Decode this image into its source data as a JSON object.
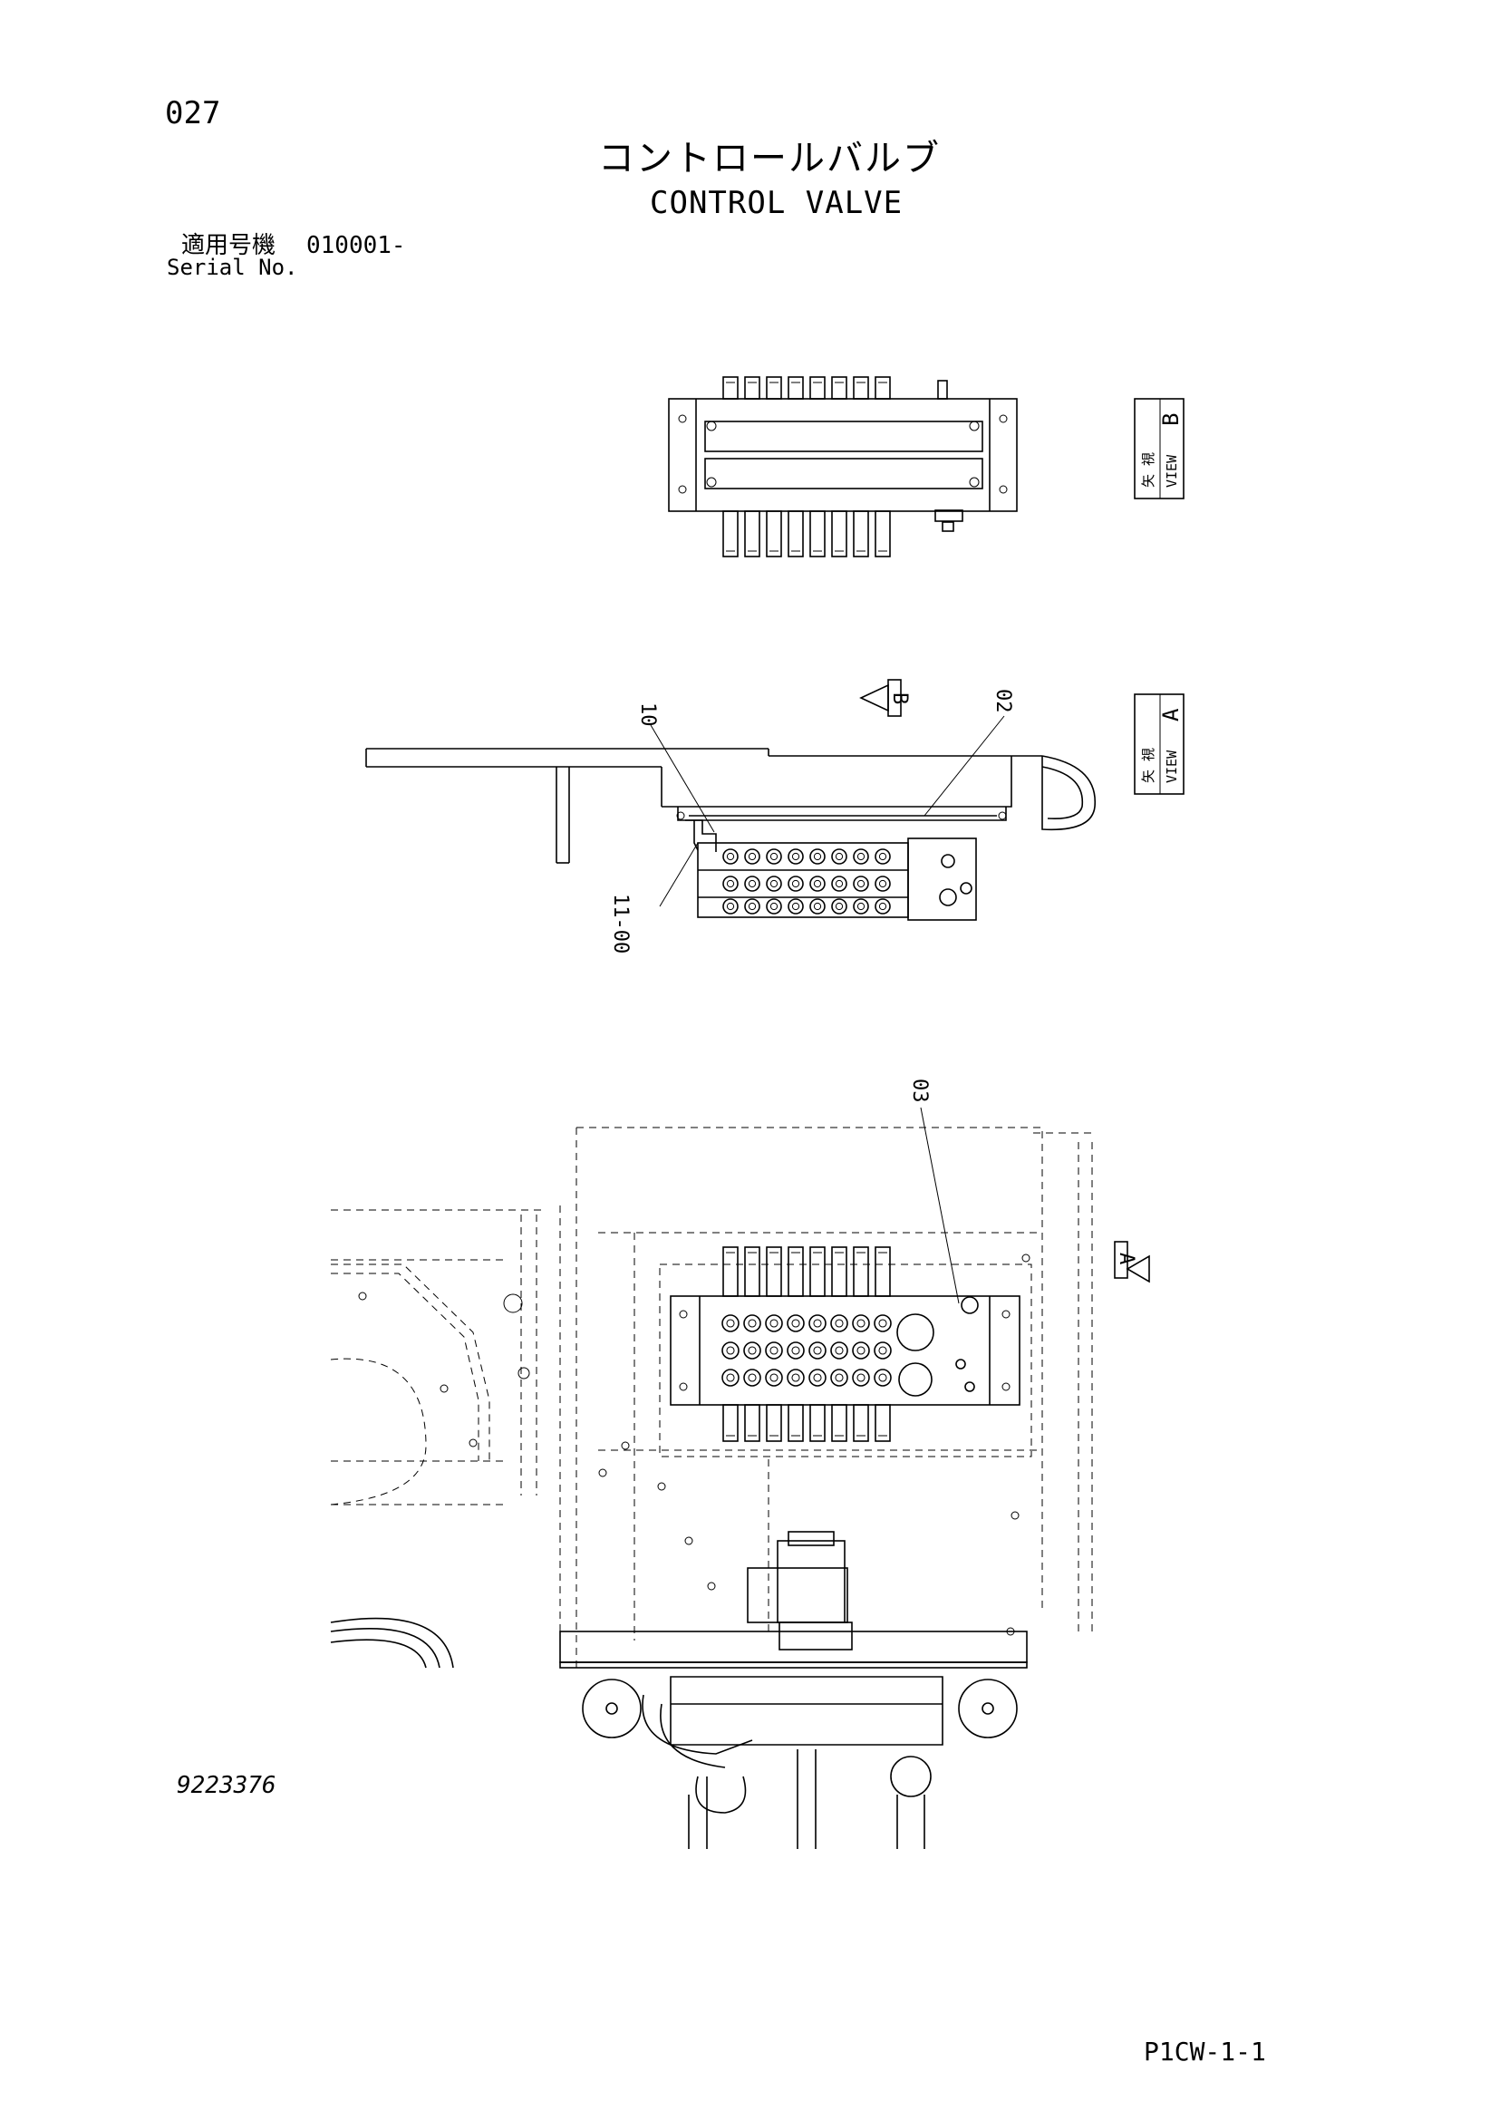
{
  "header": {
    "page_number": "027",
    "title_jp": "コントロールバルブ",
    "title_en": "CONTROL VALVE"
  },
  "serial": {
    "label_jp": "適用号機",
    "value": "010001-",
    "label_en": "Serial No."
  },
  "views": {
    "view_b": {
      "jp": "矢 視",
      "en": "VIEW",
      "letter": "B"
    },
    "view_a": {
      "jp": "矢 視",
      "en": "VIEW",
      "letter": "A"
    },
    "arrow_b": "B",
    "arrow_a": "A"
  },
  "callouts": [
    "10",
    "02",
    "11-00",
    "03"
  ],
  "footer": {
    "drawing_number": "9223376",
    "page_code": "P1CW-1-1"
  }
}
